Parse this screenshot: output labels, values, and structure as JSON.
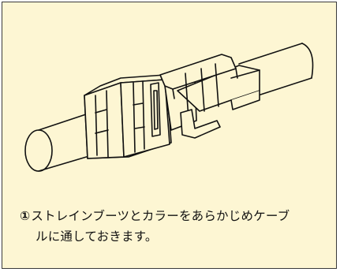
{
  "step": {
    "number": "①",
    "text_line1": "ストレインブーツとカラーをあらかじめケーブ",
    "text_line2": "ルに通しておきます。"
  },
  "colors": {
    "panel_background": "#fdf6d3",
    "line_art": "#111111",
    "border": "#3a3a3a"
  }
}
